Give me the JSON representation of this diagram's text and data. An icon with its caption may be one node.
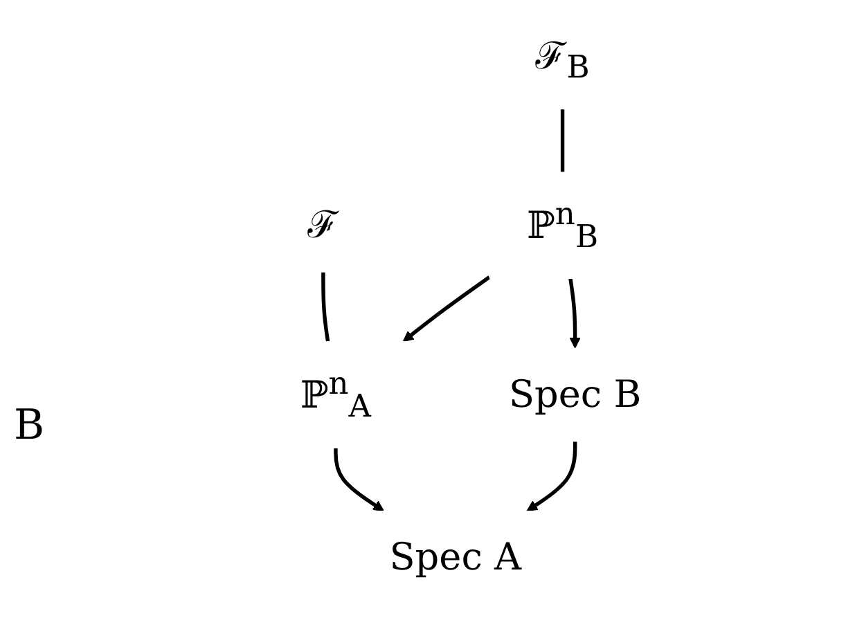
{
  "diagram": {
    "nodes": [
      {
        "text": [
          "ℱ$_{B}$"
        ]
      },
      {
        "text": [
          "ℱ"
        ]
      },
      {
        "text": [
          "ℙ$^{n}$$_{B}$"
        ]
      },
      {
        "text": [
          "ℙ$^{n}$$_{A}$"
        ]
      },
      {
        "text": [
          "Spec B"
        ]
      },
      {
        "text": [
          "Spec A"
        ]
      }
    ],
    "edges": [
      {
        "from": 0,
        "to": 2,
        "arrow": "none"
      },
      {
        "from": 1,
        "to": 3,
        "arrow": "none"
      },
      {
        "from": 2,
        "to": 3,
        "arrow": "to"
      },
      {
        "from": 2,
        "to": 4,
        "arrow": "to"
      },
      {
        "from": 3,
        "to": 5,
        "arrow": "to"
      },
      {
        "from": 4,
        "to": 5,
        "arrow": "to"
      }
    ],
    "labels": [
      "B"
    ]
  }
}
